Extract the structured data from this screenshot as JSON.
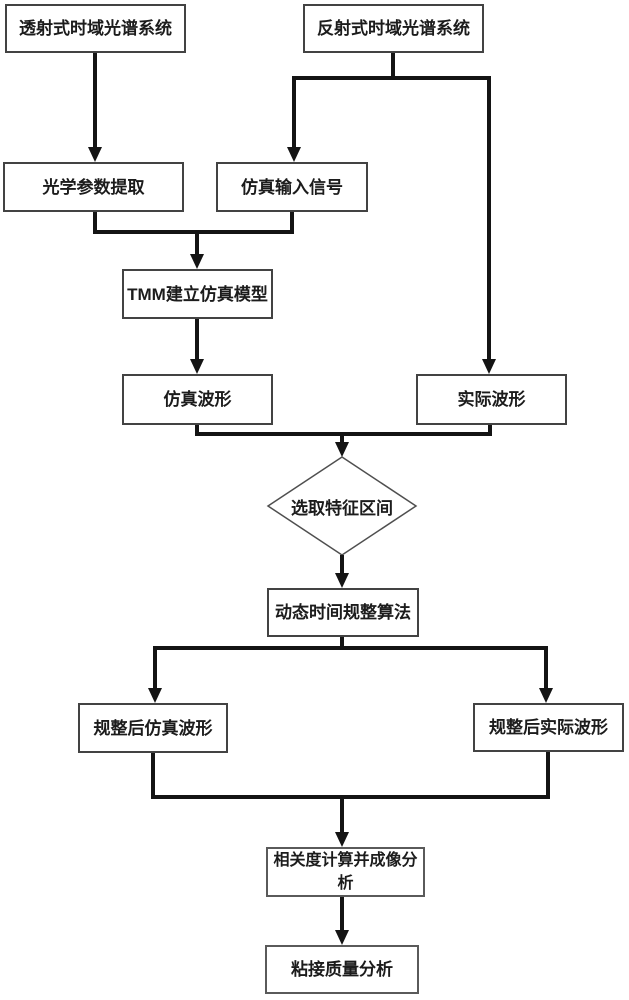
{
  "colors": {
    "background": "#ffffff",
    "connector": "#141414",
    "box_border": "#434343",
    "diamond_border": "#4f4f4f",
    "text": "#1c1c1c"
  },
  "nodes": {
    "transmission_system": {
      "label": "透射式时域光谱系统"
    },
    "reflection_system": {
      "label": "反射式时域光谱系统"
    },
    "optical_params": {
      "label": "光学参数提取"
    },
    "sim_input_signal": {
      "label": "仿真输入信号"
    },
    "tmm_model": {
      "label": "TMM建立仿真模型"
    },
    "sim_waveform": {
      "label": "仿真波形"
    },
    "actual_waveform": {
      "label": "实际波形"
    },
    "select_feature_interval": {
      "label": "选取特征区间"
    },
    "dtw_algorithm": {
      "label": "动态时间规整算法"
    },
    "warped_sim_waveform": {
      "label": "规整后仿真波形"
    },
    "warped_actual_waveform": {
      "label": "规整后实际波形"
    },
    "correlation_imaging": {
      "label": "相关度计算并成像分析"
    },
    "bonding_quality": {
      "label": "粘接质量分析"
    }
  },
  "edges": [
    {
      "from": "transmission_system",
      "to": "optical_params"
    },
    {
      "from": "reflection_system",
      "to": "sim_input_signal"
    },
    {
      "from": "reflection_system",
      "to": "actual_waveform"
    },
    {
      "from": "optical_params",
      "to": "tmm_model"
    },
    {
      "from": "sim_input_signal",
      "to": "tmm_model"
    },
    {
      "from": "tmm_model",
      "to": "sim_waveform"
    },
    {
      "from": "sim_waveform",
      "to": "select_feature_interval"
    },
    {
      "from": "actual_waveform",
      "to": "select_feature_interval"
    },
    {
      "from": "select_feature_interval",
      "to": "dtw_algorithm"
    },
    {
      "from": "dtw_algorithm",
      "to": "warped_sim_waveform"
    },
    {
      "from": "dtw_algorithm",
      "to": "warped_actual_waveform"
    },
    {
      "from": "warped_sim_waveform",
      "to": "correlation_imaging"
    },
    {
      "from": "warped_actual_waveform",
      "to": "correlation_imaging"
    },
    {
      "from": "correlation_imaging",
      "to": "bonding_quality"
    }
  ]
}
